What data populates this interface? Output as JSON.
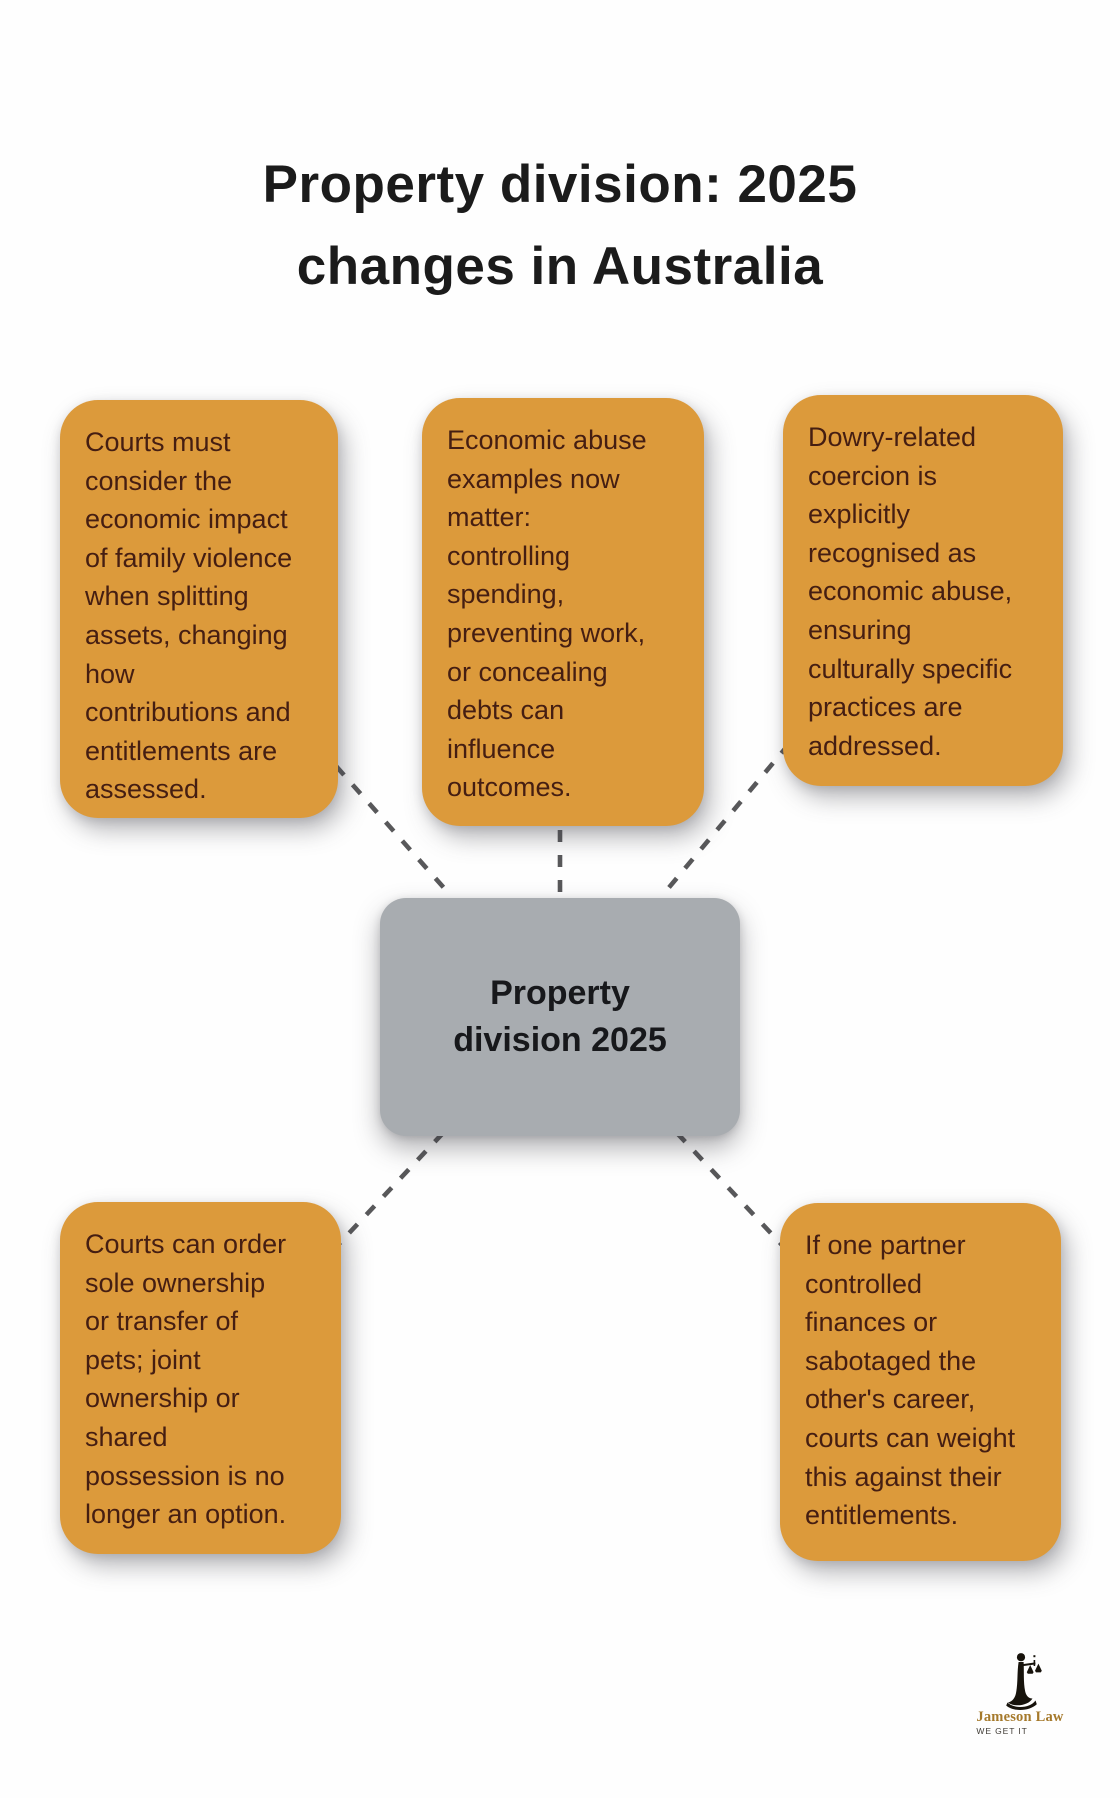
{
  "title": {
    "line1": "Property division: 2025",
    "line2": "changes in Australia"
  },
  "center_node": {
    "label": "Property\ndivision 2025"
  },
  "nodes": [
    {
      "position": "top-left",
      "text": "Courts must\nconsider the\neconomic impact\nof family violence\nwhen splitting\nassets, changing\nhow\ncontributions and\nentitlements are\nassessed."
    },
    {
      "position": "top-middle",
      "text": "Economic abuse\nexamples now\nmatter:\ncontrolling\nspending,\npreventing work,\nor concealing\ndebts can\ninfluence\noutcomes."
    },
    {
      "position": "top-right",
      "text": "Dowry-related\ncoercion is\nexplicitly\nrecognised as\neconomic abuse,\nensuring\nculturally specific\npractices are\naddressed."
    },
    {
      "position": "bottom-left",
      "text": "Courts can order\nsole ownership\nor transfer of\npets; joint\nownership or\nshared\npossession is no\nlonger an option."
    },
    {
      "position": "bottom-right",
      "text": "If one partner\ncontrolled\nfinances or\nsabotaged the\nother's career,\ncourts can weight\nthis against their\nentitlements."
    }
  ],
  "logo": {
    "brand": "Jameson Law",
    "tagline": "WE GET IT"
  },
  "colors": {
    "node_fill": "#dc9a3b",
    "node_text": "#451e12",
    "center_fill": "#a8acb0",
    "center_text": "#17181b",
    "connector": "#58585a",
    "title_text": "#1b1b1b",
    "logo_gold": "#a5792b",
    "background": "#fefefe"
  }
}
